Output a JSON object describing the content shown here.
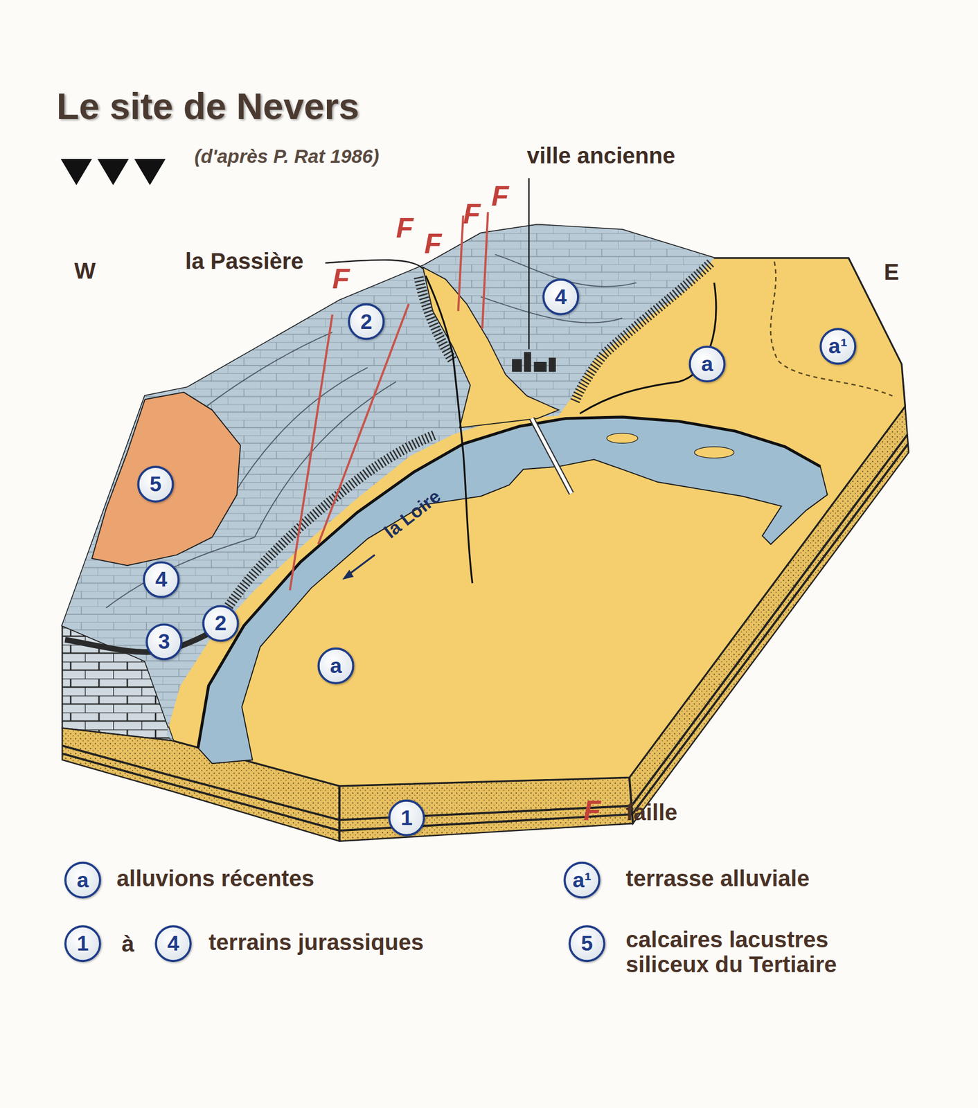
{
  "diagram": {
    "title": "Le site de Nevers",
    "nodes": [
      {
        "text": [
          "2"
        ]
      },
      {
        "text": [
          "4"
        ]
      },
      {
        "text": [
          "a"
        ]
      },
      {
        "text": [
          "a¹"
        ]
      },
      {
        "text": [
          "5"
        ]
      },
      {
        "text": [
          "4"
        ]
      },
      {
        "text": [
          "2"
        ]
      },
      {
        "text": [
          "3"
        ]
      },
      {
        "text": [
          "a"
        ]
      },
      {
        "text": [
          "1"
        ]
      },
      {
        "text": [
          "a"
        ]
      },
      {
        "text": [
          "a¹"
        ]
      },
      {
        "text": [
          "1"
        ]
      },
      {
        "text": [
          "4"
        ]
      },
      {
        "text": [
          "5"
        ]
      }
    ],
    "labels": [
      "(d'après P. Rat 1986)",
      "ville ancienne",
      "W",
      "la Passière",
      "E",
      "F",
      "F",
      "F",
      "F",
      "F",
      "la Loire",
      "F",
      "à"
    ],
    "legend": [
      {
        "text": "alluvions récentes"
      },
      {
        "text": "terrasse alluviale"
      },
      {
        "text": "terrains jurassiques"
      },
      {
        "text": "calcaires lacustres siliceux du Tertiaire"
      },
      {
        "text": "faille"
      }
    ]
  }
}
